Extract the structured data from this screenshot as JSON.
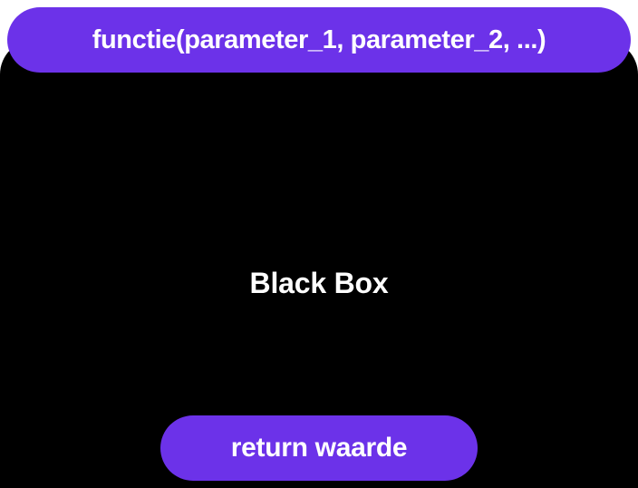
{
  "diagram": {
    "function_signature": "functie(parameter_1, parameter_2, ...)",
    "box_label": "Black Box",
    "return_label": "return waarde",
    "colors": {
      "accent_purple": "#6C32E9",
      "box_black": "#000000",
      "text_white": "#FFFFFF",
      "background": "#FFFFFF"
    }
  }
}
